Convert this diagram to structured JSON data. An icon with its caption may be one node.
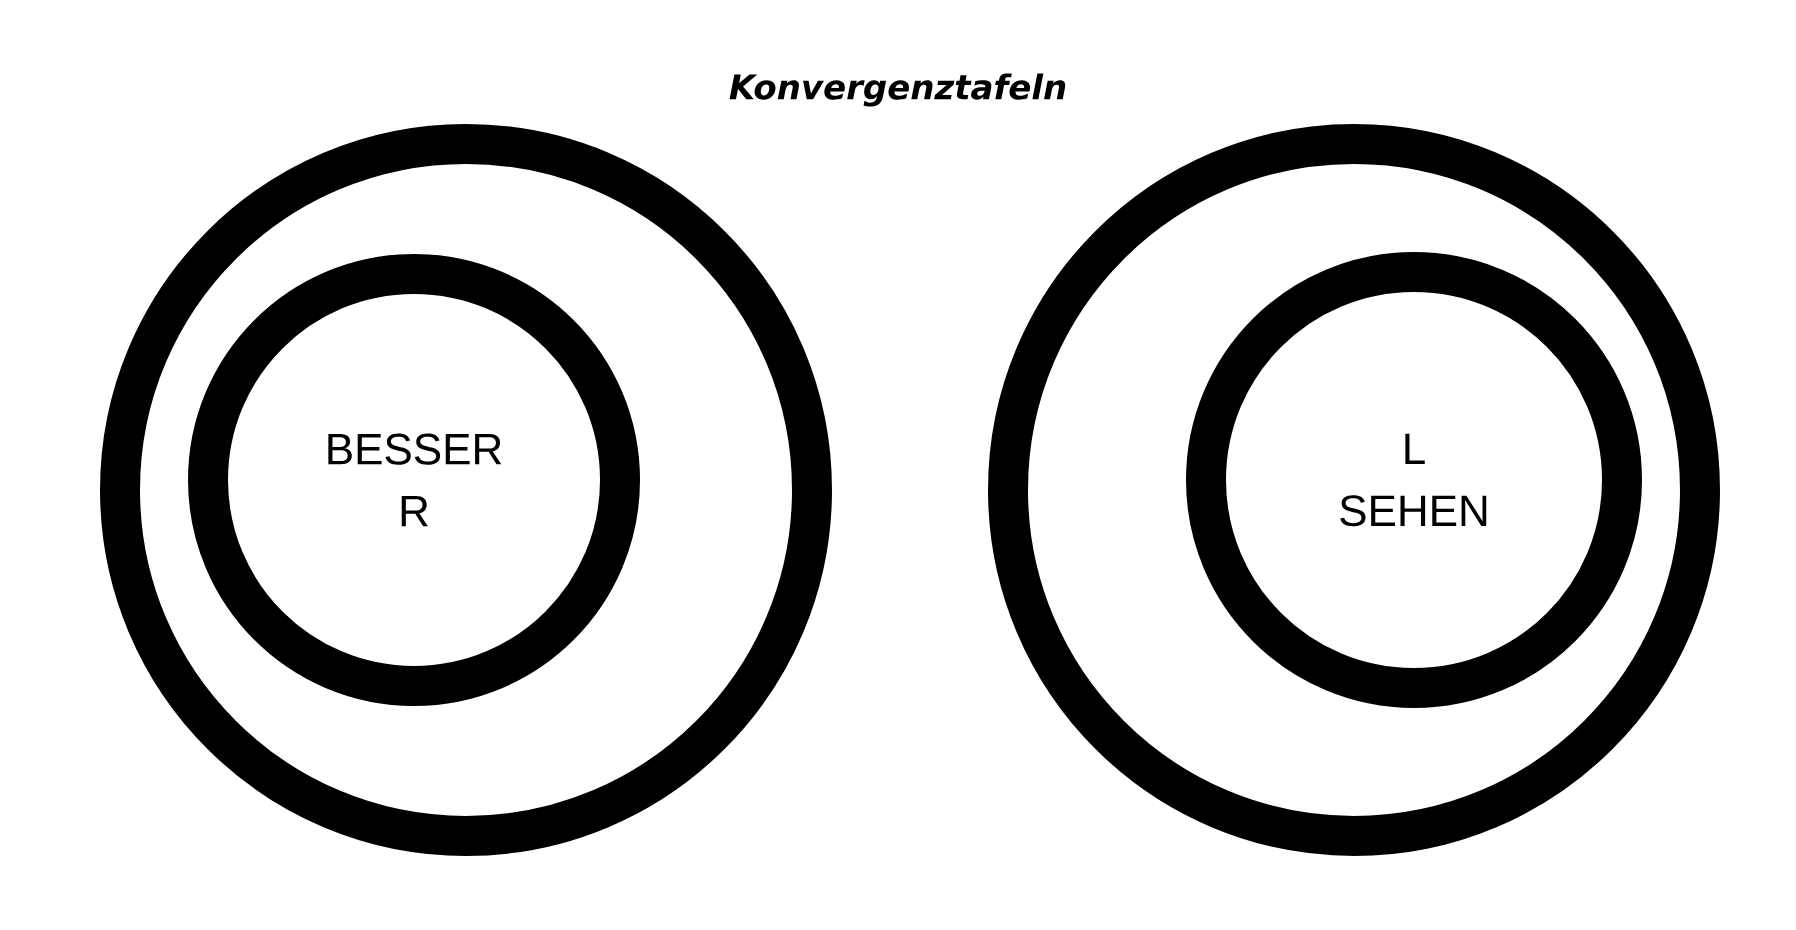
{
  "diagram": {
    "title": "Konvergenztafeln",
    "nodes": [
      {
        "text": [],
        "shape": "circle"
      },
      {
        "text": [
          "BESSER R"
        ],
        "in": 0
      },
      {
        "text": [],
        "shape": "circle"
      },
      {
        "text": [
          "L SEHEN"
        ],
        "in": 2
      }
    ]
  }
}
